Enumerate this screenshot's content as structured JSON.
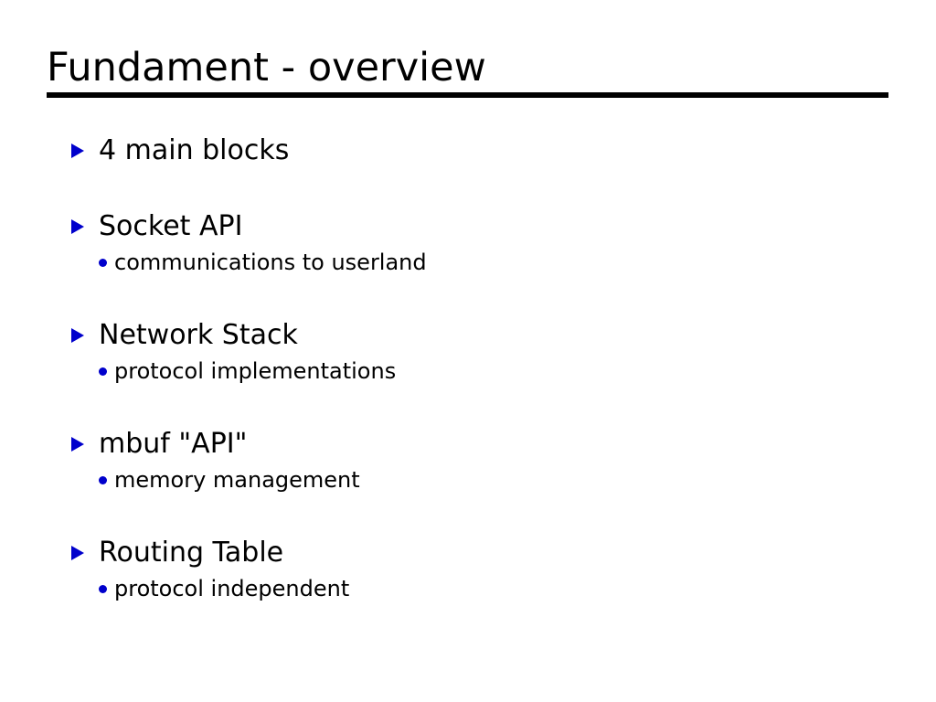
{
  "slide": {
    "title": "Fundament - overview",
    "bullet_marker_level1": "triangle-right",
    "bullet_marker_level2": "round-dot",
    "accent_color": "#0000cc",
    "text_color": "#000000",
    "background_color": "#ffffff",
    "rule_color": "#000000",
    "groups": [
      {
        "heading": "4 main blocks",
        "sub": []
      },
      {
        "heading": "Socket API",
        "sub": [
          "communications to userland"
        ]
      },
      {
        "heading": "Network Stack",
        "sub": [
          "protocol implementations"
        ]
      },
      {
        "heading": "mbuf \"API\"",
        "sub": [
          "memory management"
        ]
      },
      {
        "heading": "Routing Table",
        "sub": [
          "protocol independent"
        ]
      }
    ]
  }
}
